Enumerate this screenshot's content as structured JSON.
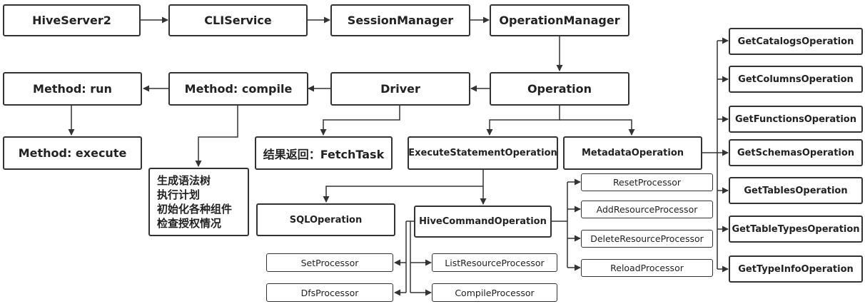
{
  "nodes": {
    "hiveserver2": "HiveServer2",
    "cliservice": "CLIService",
    "sessionmanager": "SessionManager",
    "operationmanager": "OperationManager",
    "method_run": "Method: run",
    "method_compile": "Method: compile",
    "driver": "Driver",
    "operation": "Operation",
    "method_execute": "Method: execute",
    "fetchtask": "结果返回：FetchTask",
    "executestatement": "ExecuteStatementOperation",
    "metadata": "MetadataOperation",
    "sqloperation": "SQLOperation",
    "hivecommand": "HiveCommandOperation",
    "getcatalogs": "GetCatalogsOperation",
    "getcolumns": "GetColumnsOperation",
    "getfunctions": "GetFunctionsOperation",
    "getschemas": "GetSchemasOperation",
    "gettables": "GetTablesOperation",
    "gettabletypes": "GetTableTypesOperation",
    "gettypeinfo": "GetTypeInfoOperation",
    "resetprocessor": "ResetProcessor",
    "addresourceprocessor": "AddResourceProcessor",
    "deleteresourceprocessor": "DeleteResourceProcessor",
    "reloadprocessor": "ReloadProcessor",
    "setprocessor": "SetProcessor",
    "dfsprocessor": "DfsProcessor",
    "listresourceprocessor": "ListResourceProcessor",
    "compileprocessor": "CompileProcessor"
  },
  "compile_notes": [
    "生成语法树",
    "执行计划",
    "初始化各种组件",
    "检查授权情况"
  ]
}
